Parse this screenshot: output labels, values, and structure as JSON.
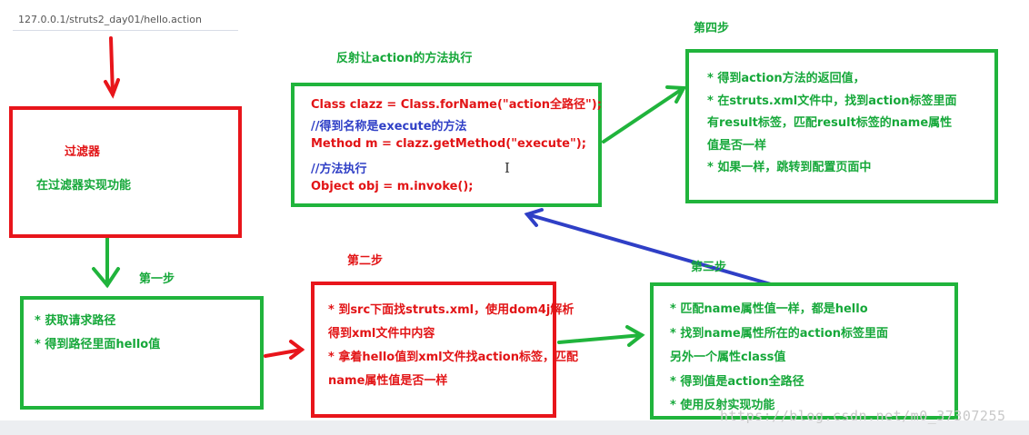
{
  "url": "127.0.0.1/struts2_day01/hello.action",
  "filter_box": {
    "title": "过滤器",
    "subtitle": "在过滤器实现功能"
  },
  "reflect_label": "反射让action的方法执行",
  "code_box": {
    "lines": [
      {
        "text": "Class clazz = Class.forName(\"action全路径\");",
        "color": "#e21416"
      },
      {
        "text": "//得到名称是execute的方法",
        "color": "#2f3fc6"
      },
      {
        "text": "Method m = clazz.getMethod(\"execute\");",
        "color": "#e21416"
      },
      {
        "text": "//方法执行",
        "color": "#2f3fc6"
      },
      {
        "text": "Object obj = m.invoke();",
        "color": "#e21416"
      }
    ]
  },
  "step4": {
    "label": "第四步",
    "lines": [
      "* 得到action方法的返回值，",
      "* 在struts.xml文件中，找到action标签里面",
      "有result标签，匹配result标签的name属性",
      "值是否一样",
      "* 如果一样，跳转到配置页面中"
    ]
  },
  "step1": {
    "label": "第一步",
    "lines": [
      "* 获取请求路径",
      "* 得到路径里面hello值"
    ]
  },
  "step2": {
    "label": "第二步",
    "lines": [
      "* 到src下面找struts.xml，使用dom4j解析",
      "得到xml文件中内容",
      "* 拿着hello值到xml文件找action标签，匹配",
      "name属性值是否一样"
    ]
  },
  "step3": {
    "label": "第三步",
    "lines": [
      "* 匹配name属性值一样，都是hello",
      "* 找到name属性所在的action标签里面",
      "另外一个属性class值",
      "* 得到值是action全路径",
      "* 使用反射实现功能"
    ]
  },
  "watermark": "https://blog.csdn.net/m0_37307255",
  "colors": {
    "red": "#e8151b",
    "green": "#20b43c",
    "blue": "#2f3fc6"
  }
}
